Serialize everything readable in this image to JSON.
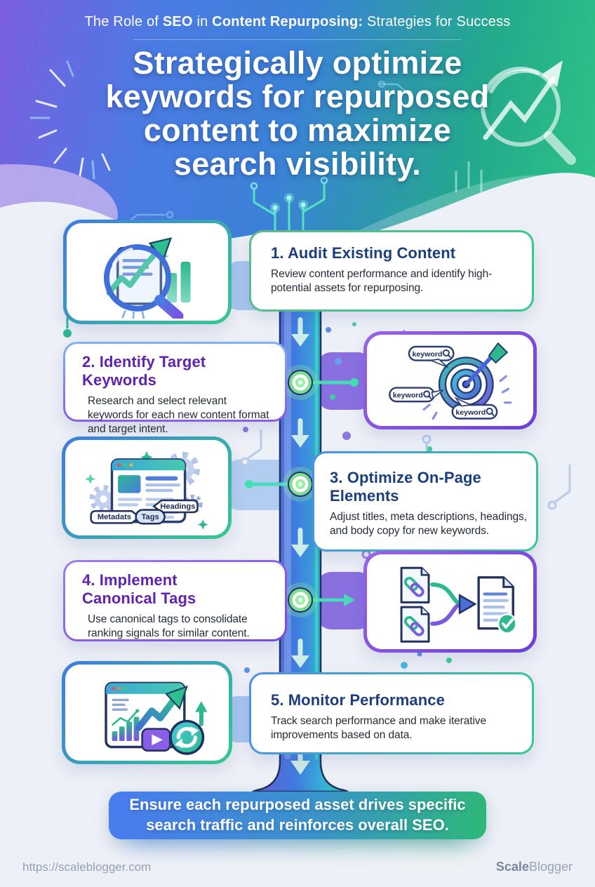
{
  "kicker": {
    "pre": "The Role of ",
    "bold1": "SEO",
    "mid": " in ",
    "bold2": "Content Repurposing:",
    "post": " Strategies for Success"
  },
  "headline": {
    "line1": "Strategically optimize",
    "line2": "keywords for repurposed",
    "line3": "content to maximize",
    "line4": "search visibility."
  },
  "steps": [
    {
      "title": "1. Audit Existing Content",
      "body": "Review content performance and identify high-potential assets for repurposing."
    },
    {
      "title": "2. Identify Target Keywords",
      "body": "Research and select relevant keywords for each new content format and target intent."
    },
    {
      "title": "3. Optimize On-Page Elements",
      "body": "Adjust titles, meta descriptions, headings, and body copy for new keywords."
    },
    {
      "title": "4. Implement Canonical Tags",
      "body": "Use canonical tags to consolidate ranking signals for similar content."
    },
    {
      "title": "5. Monitor Performance",
      "body": "Track search performance and make iterative improvements based on data."
    }
  ],
  "target_icon_labels": {
    "bubble1": "keyword",
    "bubble2": "keyword",
    "bubble3": "keyword"
  },
  "onpage_icon_labels": {
    "tag1": "Headings",
    "tag2": "Metadats",
    "tag3": "Tags"
  },
  "banner": {
    "text": "Ensure each repurposed asset drives specific search traffic and reinforces overall SEO."
  },
  "footer": {
    "url": "https://scaleblogger.com",
    "brand_bold": "Scale",
    "brand_rest": "Blogger"
  },
  "colors": {
    "header_purple": "#7b5fe0",
    "header_blue": "#3b82d8",
    "header_green": "#2ec487",
    "heading_navy": "#1d3e7e",
    "heading_purple": "#6023ae",
    "accent_teal": "#35c98e",
    "accent_purple_border": "#8a5ce8",
    "banner_blue": "#4a7bf0",
    "banner_green": "#2db878",
    "body_bg": "#edf0f6"
  }
}
